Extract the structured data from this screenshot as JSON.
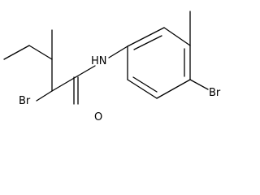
{
  "molecule": {
    "labels": {
      "br_alpha": "Br",
      "oxygen": "O",
      "nh": "HN",
      "br_ring": "Br"
    },
    "colors": {
      "bond": "#000000",
      "text": "#000000",
      "background": "#ffffff"
    }
  }
}
